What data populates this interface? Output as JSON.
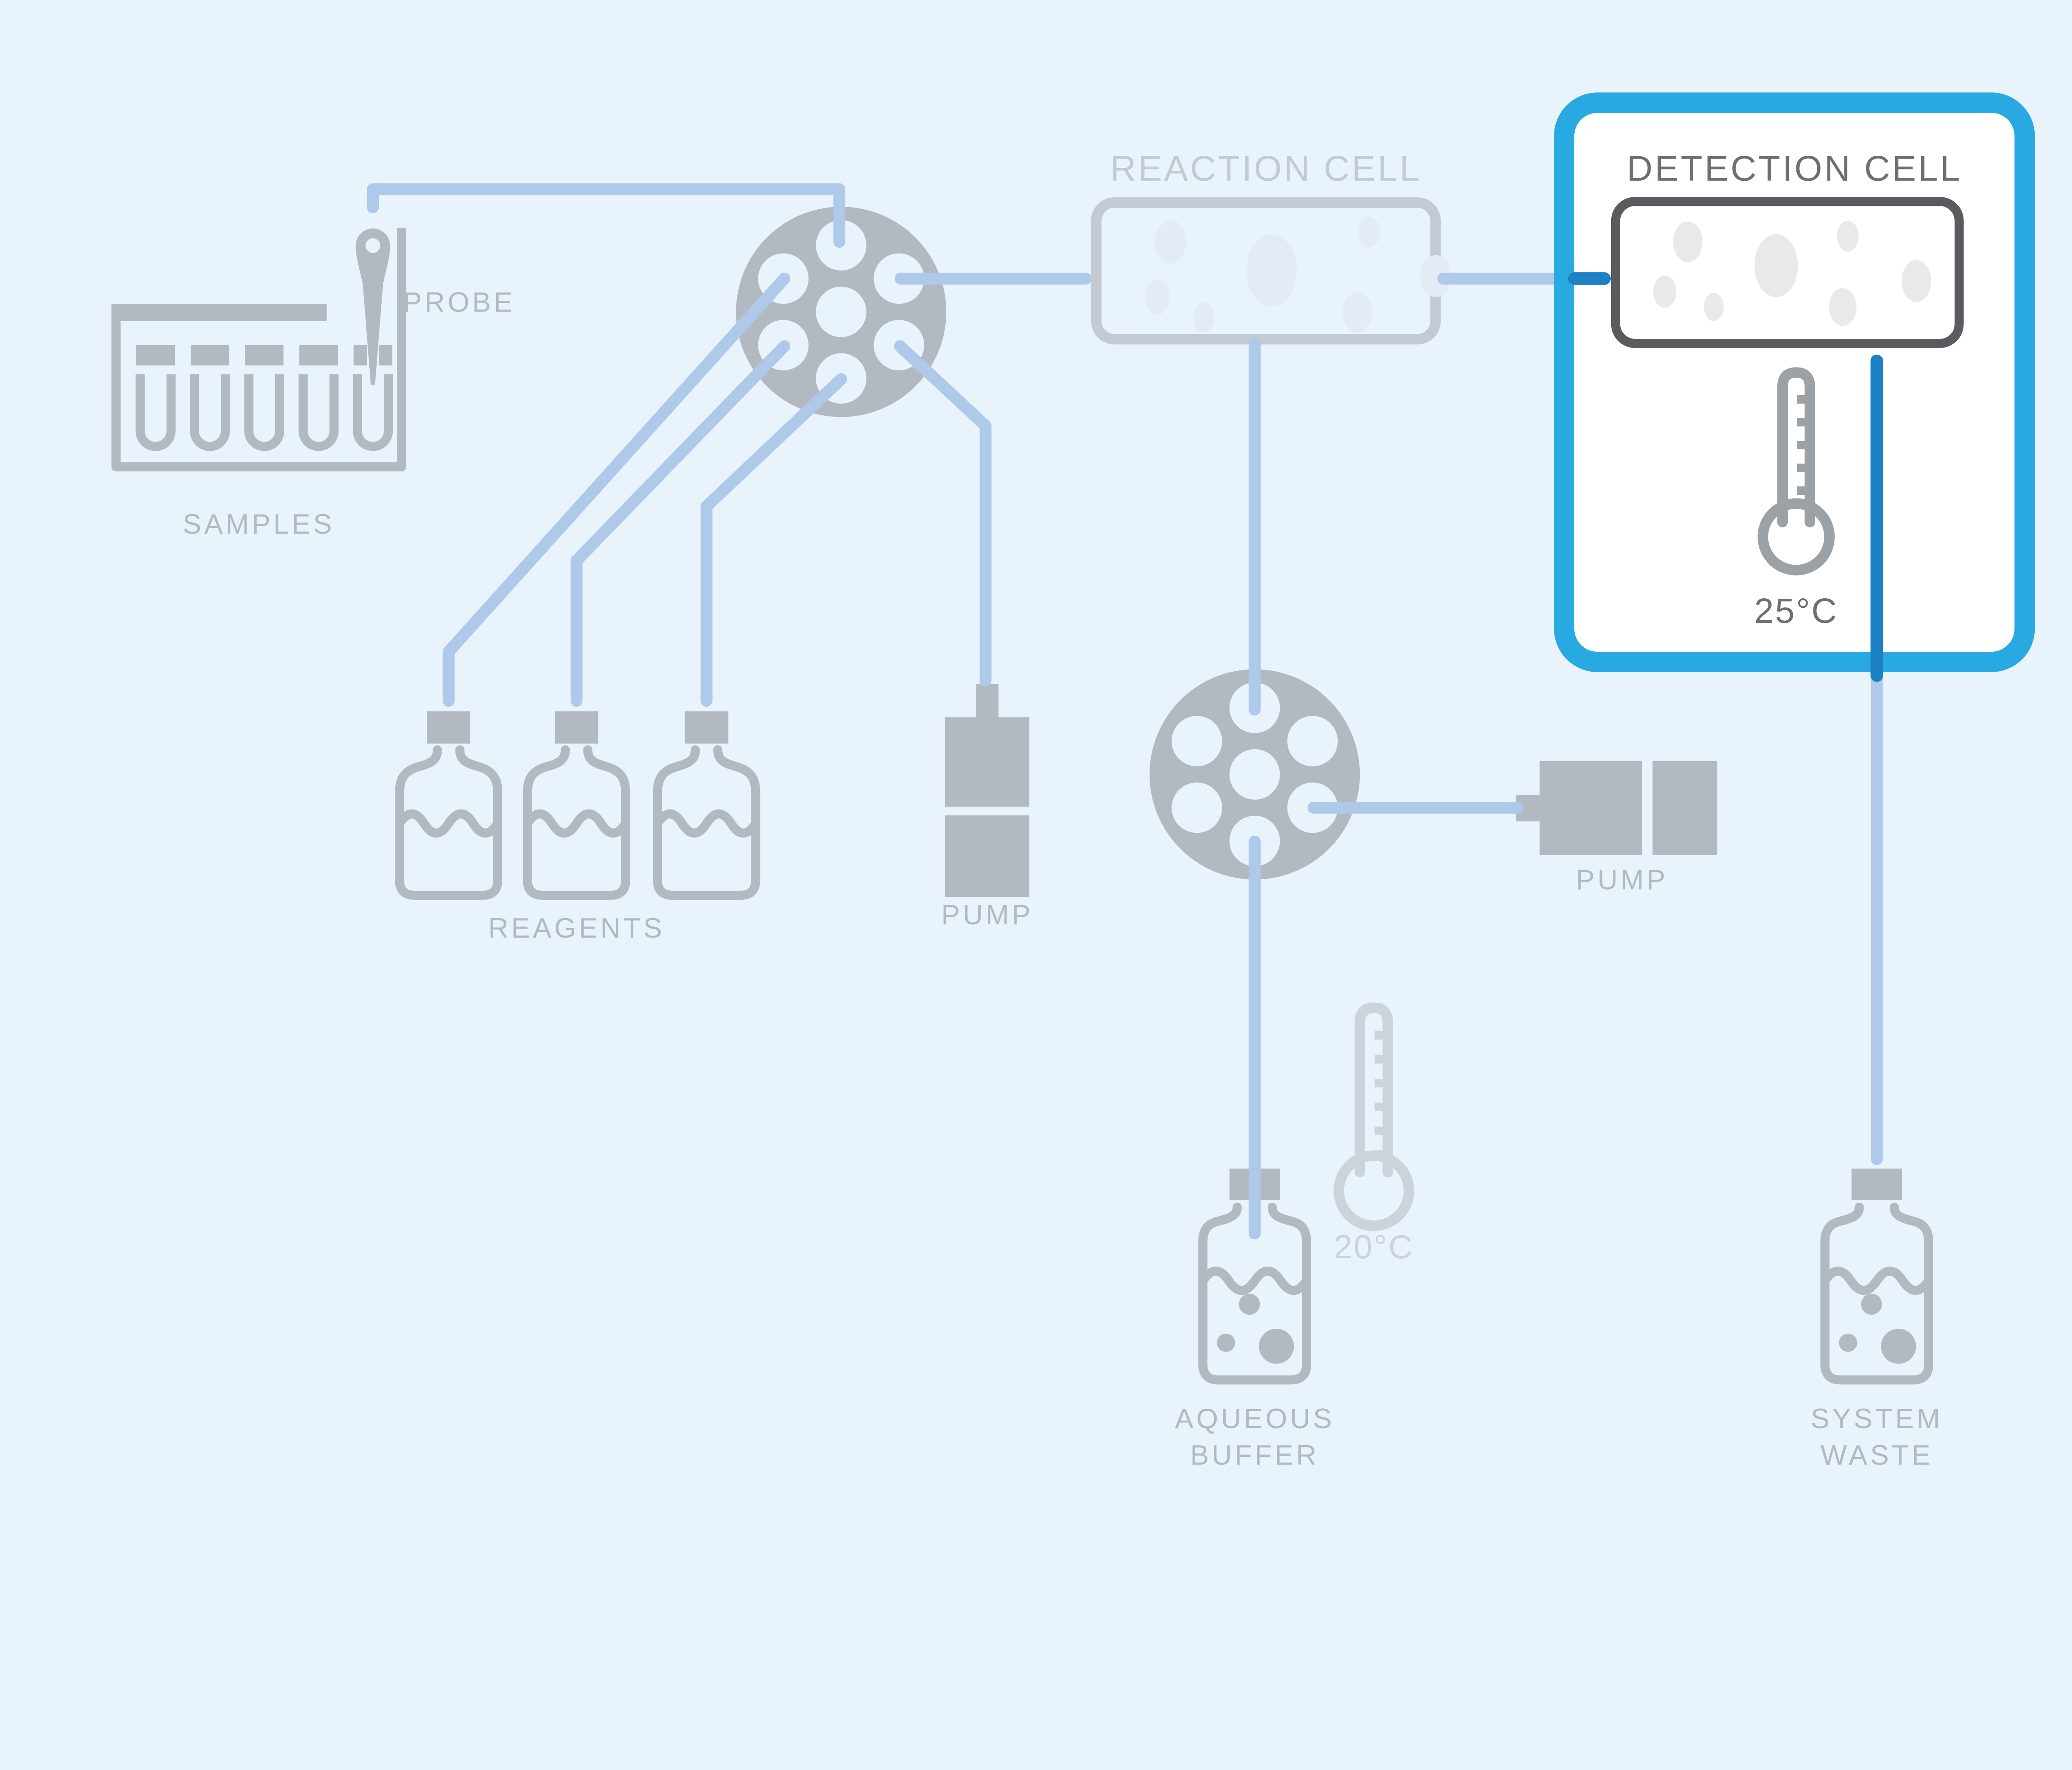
{
  "colors": {
    "background": "#e9f3fc",
    "panel_fill": "#ffffff",
    "highlight_border": "#29a9e1",
    "flow_dark": "#1b80c4",
    "tubing": "#aec9e9",
    "icon_gray": "#b2b9c1",
    "icon_gray_faint": "#c3cad4",
    "icon_gray_fainter": "#ccd3da",
    "text_dark": "#6d7073",
    "cell_border_dark": "#595b5e"
  },
  "diagram": {
    "sampler": {
      "probe_label": "PROBE",
      "samples_label": "SAMPLES"
    },
    "reagents": {
      "label": "REAGENTS"
    },
    "syringe_pump": {
      "label": "PUMP"
    },
    "reaction_cell": {
      "title": "REACTION CELL"
    },
    "detection_cell": {
      "title": "DETECTION CELL",
      "temperature": "25°C"
    },
    "buffer_pump": {
      "label": "PUMP"
    },
    "aqueous_buffer": {
      "label_line1": "AQUEOUS",
      "label_line2": "BUFFER",
      "temperature": "20°C"
    },
    "system_waste": {
      "label_line1": "SYSTEM",
      "label_line2": "WASTE"
    }
  }
}
